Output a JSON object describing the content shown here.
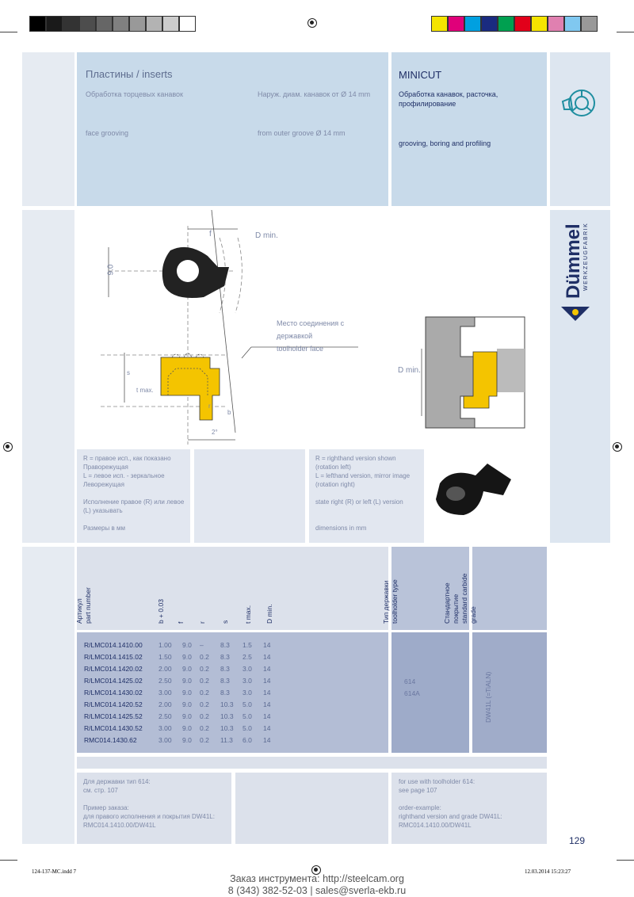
{
  "colors": {
    "header_bg": "#c8daea",
    "panel_light": "#e2e7f0",
    "table_header": "#dce1eb",
    "table_body": "#b3bdd5",
    "table_body_dark": "#9eabc9",
    "title_blue": "#1f2f66",
    "insert_yellow": "#f4c400"
  },
  "color_bar": {
    "grays": [
      "#000000",
      "#1a1a1a",
      "#333333",
      "#4d4d4d",
      "#666666",
      "#808080",
      "#999999",
      "#b3b3b3",
      "#cccccc",
      "#ffffff"
    ],
    "colors": [
      "#f5e400",
      "#e0007a",
      "#00a0e0",
      "#1a2b80",
      "#00a050",
      "#e2001a",
      "#f5e400",
      "#e080b0",
      "#80c8f0",
      "#999999"
    ]
  },
  "header": {
    "title": "Пластины  / inserts",
    "ru_op": "Обработка торцевых канавок",
    "ru_range": "Наруж. диам. канавок от Ø 14 mm",
    "en_op": "face grooving",
    "en_range": "from outer groove Ø 14 mm",
    "product": "MINICUT",
    "product_ru": "Обработка канавок, расточка, профилирование",
    "product_en": "grooving, boring and profiling"
  },
  "brand": {
    "name": "Dümmel",
    "sub": "WERKZEUGFABRIK"
  },
  "drawing": {
    "f": "f",
    "dmin": "D min.",
    "h": "9.0",
    "face_ru": "Место соединения с державкой",
    "face_en": "toolholder face",
    "s": "s",
    "tmax": "t max.",
    "r": "r",
    "b": "b",
    "angle": "2°",
    "dmin2": "D min."
  },
  "notes": {
    "ru": [
      "R = правое исп., как показано",
      "Праворежущая",
      "L = левое исп. - зеркальное",
      "Леворежущая",
      "",
      "Исполнение правое (R) или левое (L) указывать",
      "",
      "Размеры в мм"
    ],
    "en": [
      "R = righthand version shown",
      "(rotation left)",
      "L = lefthand version, mirror image",
      "(rotation right)",
      "",
      "state right (R) or left (L) version",
      "",
      "",
      "dimensions in mm"
    ]
  },
  "table": {
    "headers": {
      "part": [
        "Артикул",
        "part number"
      ],
      "b": "b + 0.03",
      "f": "f",
      "r": "r",
      "s": "s",
      "t": "t max.",
      "d": "D min.",
      "holder": [
        "Тип державки",
        "toolholder type"
      ],
      "grade": [
        "Стандартное",
        "покрытие",
        "standard carbide",
        "grade"
      ]
    },
    "rows": [
      [
        "R/LMC014.1410.00",
        "1.00",
        "9.0",
        "–",
        "8.3",
        "1.5",
        "14"
      ],
      [
        "R/LMC014.1415.02",
        "1.50",
        "9.0",
        "0.2",
        "8.3",
        "2.5",
        "14"
      ],
      [
        "R/LMC014.1420.02",
        "2.00",
        "9.0",
        "0.2",
        "8.3",
        "3.0",
        "14"
      ],
      [
        "R/LMC014.1425.02",
        "2.50",
        "9.0",
        "0.2",
        "8.3",
        "3.0",
        "14"
      ],
      [
        "R/LMC014.1430.02",
        "3.00",
        "9.0",
        "0.2",
        "8.3",
        "3.0",
        "14"
      ],
      [
        "R/LMC014.1420.52",
        "2.00",
        "9.0",
        "0.2",
        "10.3",
        "5.0",
        "14"
      ],
      [
        "R/LMC014.1425.52",
        "2.50",
        "9.0",
        "0.2",
        "10.3",
        "5.0",
        "14"
      ],
      [
        "R/LMC014.1430.52",
        "3.00",
        "9.0",
        "0.2",
        "10.3",
        "5.0",
        "14"
      ],
      [
        "RMC014.1430.62",
        "3.00",
        "9.0",
        "0.2",
        "11.3",
        "6.0",
        "14"
      ]
    ],
    "holders": [
      "614",
      "614A"
    ],
    "grade": "DW41L  (=TiALN)"
  },
  "footer_notes": {
    "ru": [
      "Для державки тип 614:",
      "см. стр. 107",
      "",
      "Пример заказа:",
      "для правого исполнения и покрытия DW41L:",
      "RMC014.1410.00/DW41L"
    ],
    "en": [
      "for use with toolholder 614:",
      "see page 107",
      "",
      "order-example:",
      "righthand version and grade DW41L:",
      "RMC014.1410.00/DW41L"
    ]
  },
  "page_number": "129",
  "slug": {
    "file": "124-137-MC.indd  7",
    "date": "12.03.2014  15:23:27"
  },
  "contact": {
    "line1": "Заказ инструмента: http://steelcam.org",
    "line2": "8 (343) 382-52-03  |  sales@sverla-ekb.ru"
  }
}
